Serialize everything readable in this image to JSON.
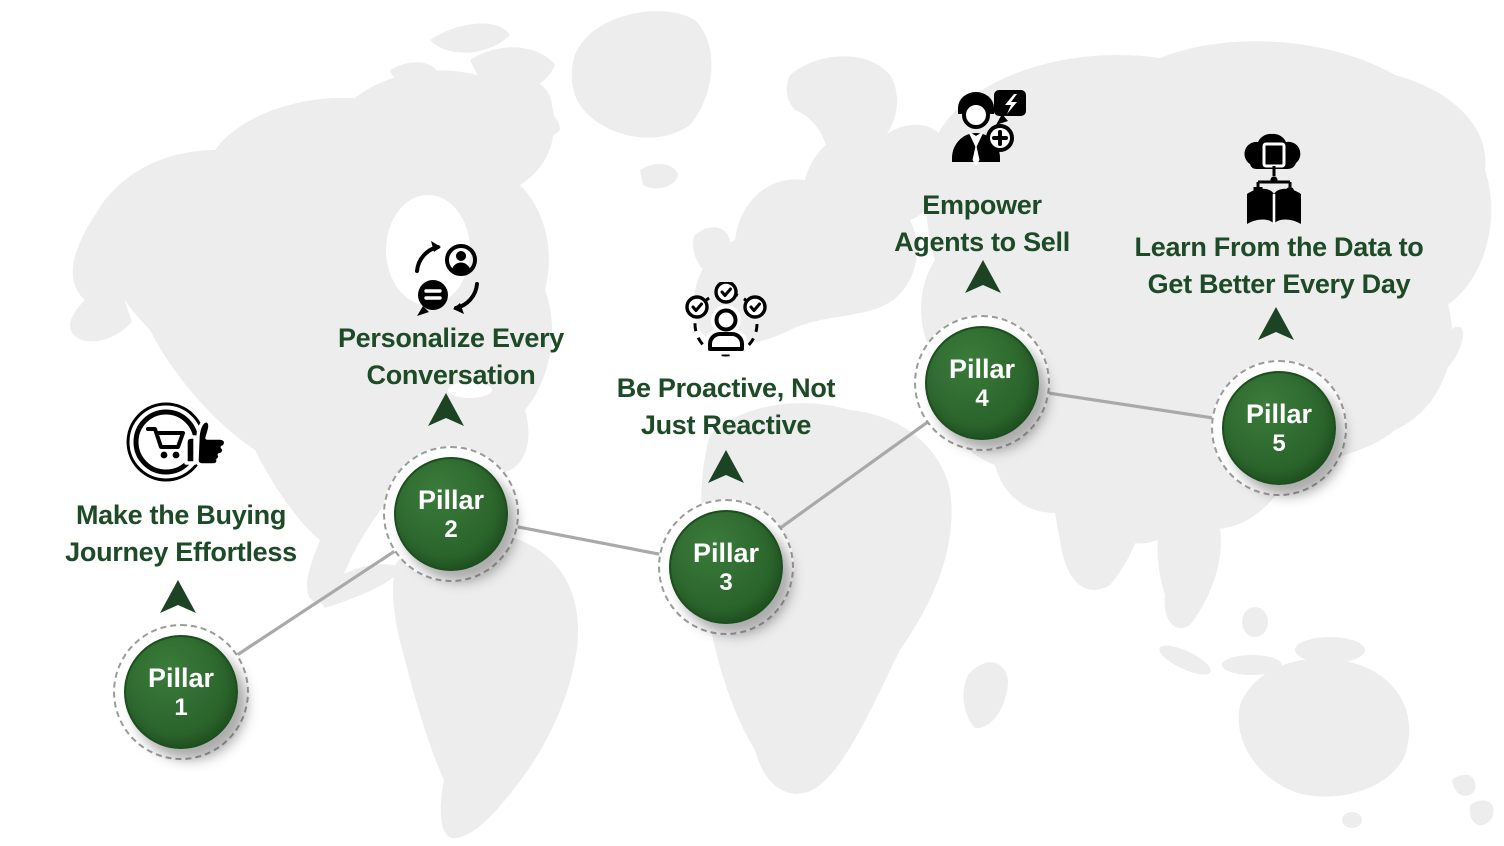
{
  "colors": {
    "pillar_green": "#2c672d",
    "pillar_green_dark": "#1c4e1e",
    "heading_green": "#1d4a27",
    "arrow_green": "#1c4424",
    "connector_gray": "#a9a9a9",
    "dashed_ring_gray": "#9b9b9b",
    "map_gray": "#ededed",
    "icon_black": "#000000"
  },
  "pillars": [
    {
      "name": "Pillar",
      "number": "1",
      "heading": [
        "Make the Buying",
        "Journey Effortless"
      ],
      "icon": "shopping-cart-thumbs-up-icon"
    },
    {
      "name": "Pillar",
      "number": "2",
      "heading": [
        "Personalize Every",
        "Conversation"
      ],
      "icon": "conversation-refresh-icon"
    },
    {
      "name": "Pillar",
      "number": "3",
      "heading": [
        "Be Proactive, Not",
        "Just Reactive"
      ],
      "icon": "person-checkmarks-icon"
    },
    {
      "name": "Pillar",
      "number": "4",
      "heading": [
        "Empower",
        "Agents to Sell"
      ],
      "icon": "agent-lightning-plus-icon"
    },
    {
      "name": "Pillar",
      "number": "5",
      "heading": [
        "Learn From the Data to",
        "Get Better Every Day"
      ],
      "icon": "cloud-data-book-icon"
    }
  ]
}
